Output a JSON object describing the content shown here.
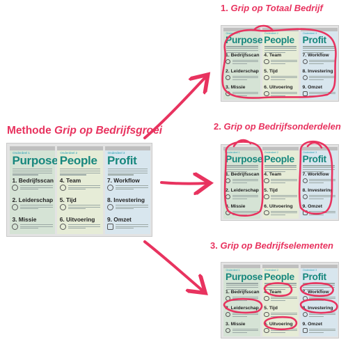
{
  "title": {
    "prefix": "Methode ",
    "emphasis": "Grip op Bedrijfsgroei"
  },
  "variants": [
    {
      "number": "1.",
      "label": "Grip op Totaal Bedrijf"
    },
    {
      "number": "2.",
      "label": "Grip op Bedrijfsonderdelen"
    },
    {
      "number": "3.",
      "label": "Grip op Bedrijfselementen"
    }
  ],
  "board": {
    "columns": [
      {
        "subtitle": "Onderdeel 1",
        "title": "Purpose",
        "color": "#d5e3d5",
        "items": [
          "1. Bedrijfsscan",
          "2. Leiderschap",
          "3. Missie"
        ],
        "icons": [
          "search-icon",
          "leadership-icon",
          "target-icon"
        ]
      },
      {
        "subtitle": "Onderdeel 2",
        "title": "People",
        "color": "#e6ecd7",
        "items": [
          "4. Team",
          "5. Tijd",
          "6. Uitvoering"
        ],
        "icons": [
          "team-icon",
          "clock-icon",
          "execution-icon"
        ]
      },
      {
        "subtitle": "Onderdeel 3",
        "title": "Profit",
        "color": "#d8e6ee",
        "items": [
          "7. Workflow",
          "8. Investering",
          "9. Omzet"
        ],
        "icons": [
          "workflow-icon",
          "euro-icon",
          "bar-chart-icon"
        ]
      }
    ]
  },
  "colors": {
    "accent": "#e8335f",
    "teal_title": "#17877d",
    "subtitle": "#2aa3b8"
  }
}
